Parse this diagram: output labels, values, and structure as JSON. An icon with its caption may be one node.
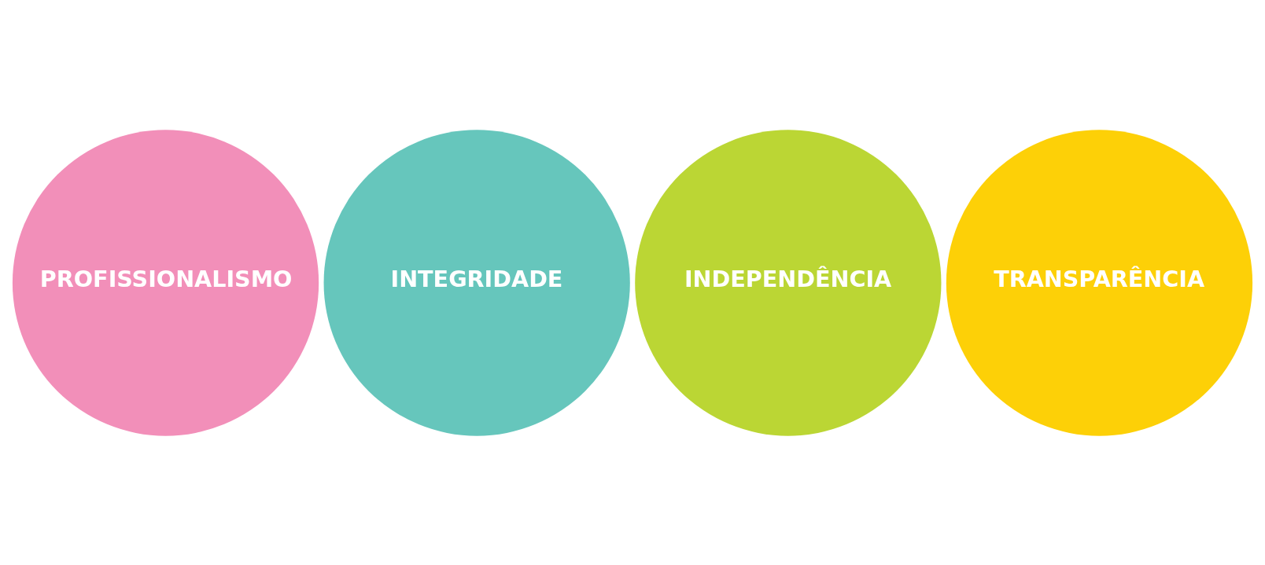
{
  "diagram": {
    "nodes": [
      {
        "text": [
          "PROFISSIONALISMO"
        ]
      },
      {
        "text": [
          "INTEGRIDADE"
        ]
      },
      {
        "text": [
          "INDEPENDÊNCIA"
        ]
      },
      {
        "text": [
          "TRANSPARÊNCIA"
        ]
      }
    ]
  }
}
